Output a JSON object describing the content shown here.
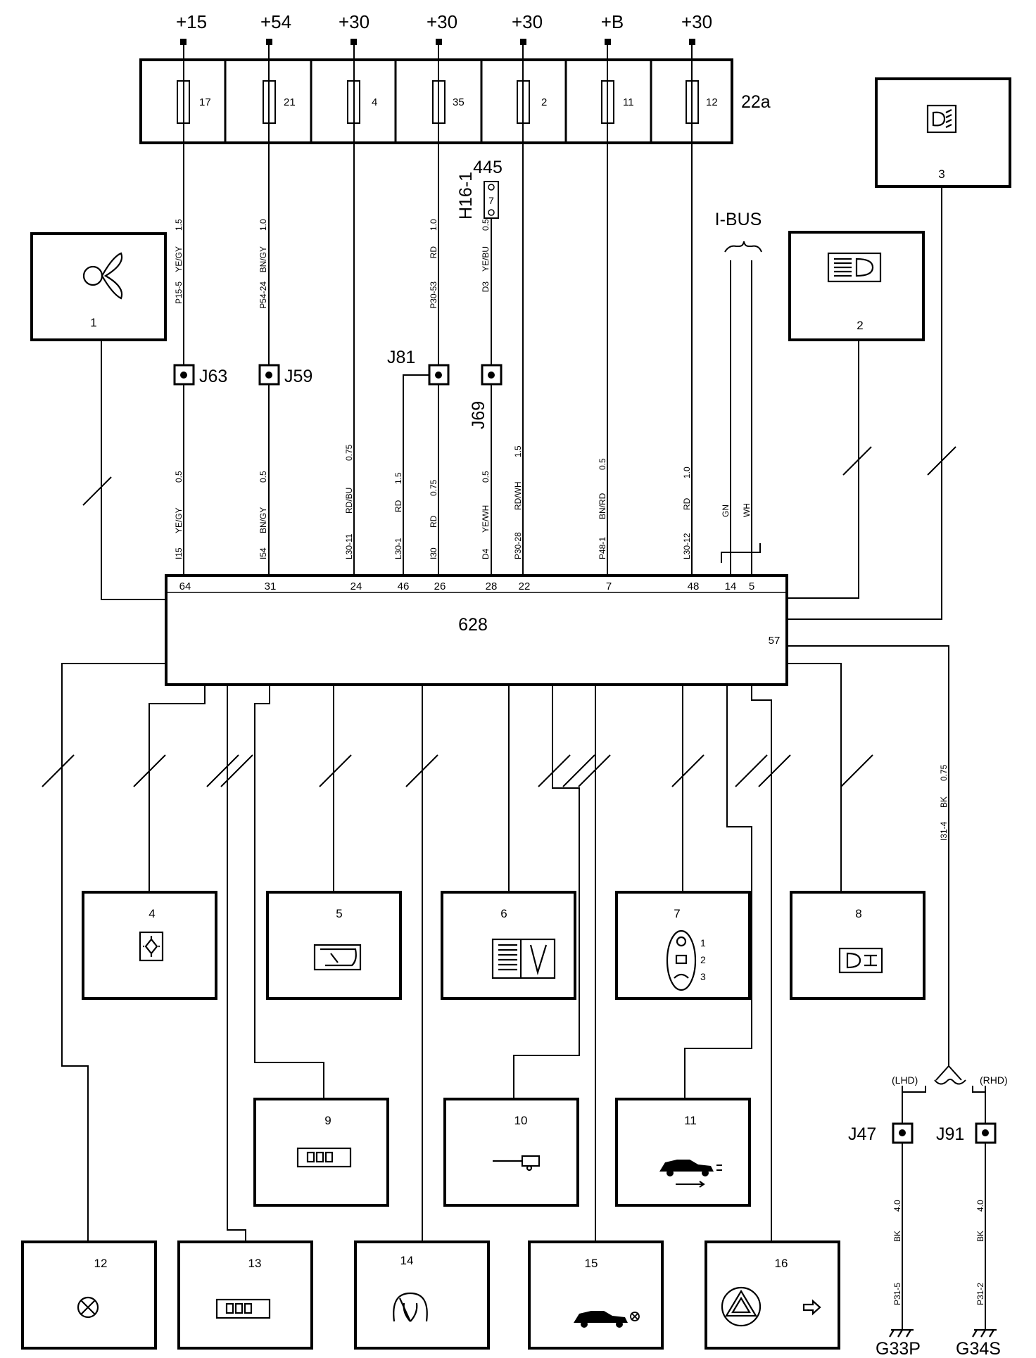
{
  "supplies": [
    "+15",
    "+54",
    "+30",
    "+30",
    "+30",
    "+B",
    "+30"
  ],
  "fuses": [
    "17",
    "21",
    "4",
    "35",
    "2",
    "11",
    "12"
  ],
  "fuse_box": "22a",
  "connector": {
    "id": "445",
    "pin": "7",
    "name": "H16-1"
  },
  "ibus": {
    "label": "I-BUS"
  },
  "upper_wires": [
    {
      "code": "P15-5",
      "color": "YE/GY",
      "size": "1.5"
    },
    {
      "code": "P54-24",
      "color": "BN/GY",
      "size": "1.0"
    },
    {
      "code": "P30-53",
      "color": "RD",
      "size": "1.0"
    },
    {
      "code": "D3",
      "color": "YE/BU",
      "size": "0.5"
    }
  ],
  "junctions": {
    "j63": "J63",
    "j59": "J59",
    "j81": "J81",
    "j69": "J69",
    "j47": "J47",
    "j91": "J91"
  },
  "lower_wires": [
    {
      "code": "I15",
      "color": "YE/GY",
      "size": "0.5"
    },
    {
      "code": "I54",
      "color": "BN/GY",
      "size": "0.5"
    },
    {
      "code": "L30-11",
      "color": "RD/BU",
      "size": "0.75"
    },
    {
      "code": "L30-1",
      "color": "RD",
      "size": "1.5"
    },
    {
      "code": "I30",
      "color": "RD",
      "size": "0.75"
    },
    {
      "code": "D4",
      "color": "YE/WH",
      "size": "0.5"
    },
    {
      "code": "P30-28",
      "color": "RD/WH",
      "size": "1.5"
    },
    {
      "code": "P48-1",
      "color": "BN/RD",
      "size": "0.5"
    },
    {
      "code": "L30-12",
      "color": "RD",
      "size": "1.0"
    },
    {
      "code": "GN",
      "color": "",
      "size": ""
    },
    {
      "code": "WH",
      "color": "",
      "size": ""
    }
  ],
  "control_unit": {
    "label": "628",
    "pins": [
      "64",
      "31",
      "24",
      "46",
      "26",
      "28",
      "22",
      "7",
      "48",
      "14",
      "5"
    ],
    "pin57": "57"
  },
  "ground_wire": {
    "code": "I31-4",
    "color": "BK",
    "size": "0.75"
  },
  "variants": {
    "lhd": "(LHD)",
    "rhd": "(RHD)"
  },
  "ground_branches": [
    {
      "code": "P31-5",
      "color": "BK",
      "size": "4.0",
      "ground": "G33P"
    },
    {
      "code": "P31-2",
      "color": "BK",
      "size": "4.0",
      "ground": "G34S"
    }
  ],
  "components": {
    "c1": "1",
    "c2": "2",
    "c3": "3",
    "c4": "4",
    "c5": "5",
    "c6": "6",
    "c7": "7",
    "c8": "8",
    "c9": "9",
    "c10": "10",
    "c11": "11",
    "c12": "12",
    "c13": "13",
    "c14": "14",
    "c15": "15",
    "c16": "16"
  },
  "c7_levels": [
    "1",
    "2",
    "3"
  ],
  "icons": {
    "c1": "fan-icon",
    "c2": "headlamp-icon",
    "c3": "fog-lamp-icon",
    "c4": "interior-light-icon",
    "c5": "mirror-icon",
    "c6": "instrument-icon",
    "c7": "bulb-levels-icon",
    "c8": "fog-light-icon",
    "c9": "switch-panel-icon",
    "c10": "trailer-icon",
    "c11": "car-position-icon",
    "c12": "warning-lamp-icon",
    "c13": "switch-panel-icon",
    "c14": "wiper-icon",
    "c15": "car-lamp-icon",
    "c16": "hazard-icon"
  }
}
